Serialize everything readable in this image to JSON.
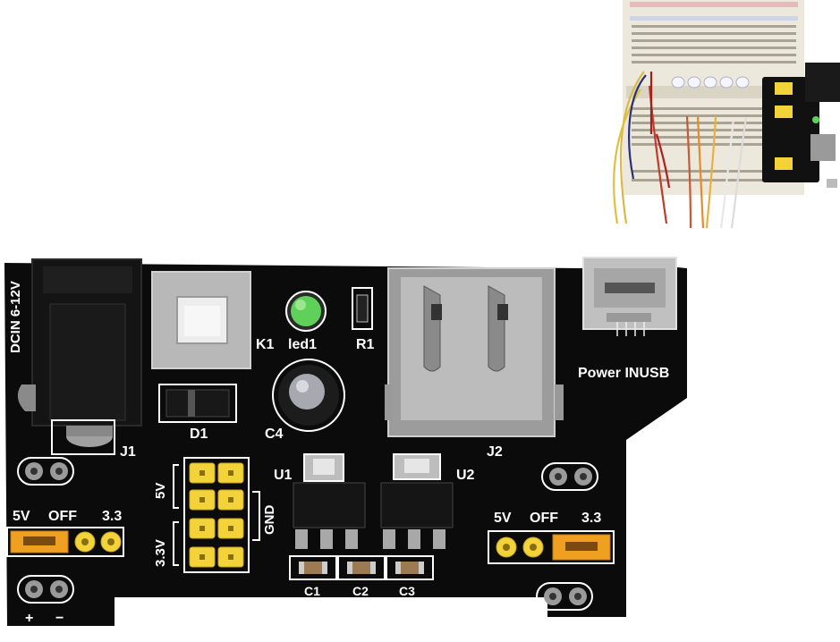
{
  "board": {
    "dc_in_label": "DCIN 6-12V",
    "j1": "J1",
    "k1": "K1",
    "led1": "led1",
    "r1": "R1",
    "d1": "D1",
    "c4": "C4",
    "j2": "J2",
    "power_in_usb": "Power INUSB",
    "u1": "U1",
    "u2": "U2",
    "header_5v": "5V",
    "header_gnd": "GND",
    "header_33v": "3.3V",
    "left_5v": "5V",
    "left_off": "OFF",
    "left_33": "3.3",
    "right_5v": "5V",
    "right_off": "OFF",
    "right_33": "3.3",
    "c1": "C1",
    "c2": "C2",
    "c3": "C3",
    "left_plus": "+",
    "left_minus": "−",
    "right_plus": "+",
    "right_minus": "−"
  },
  "colors": {
    "pcb": "#0b0b0b",
    "silkscreen": "#ffffff",
    "jumper_yellow": "#f3d33a",
    "jumper_orange": "#f0a020",
    "led_green": "#5fd15a",
    "breadboard": "#ece8dc"
  }
}
